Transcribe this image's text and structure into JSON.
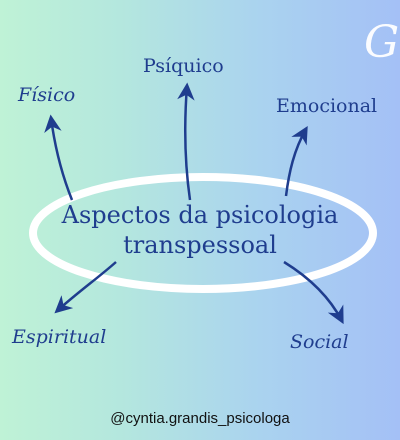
{
  "center": {
    "line1": "Aspectos da psicologia",
    "line2": "transpessoal"
  },
  "aspects": {
    "fisico": "Físico",
    "psiquico": "Psíquico",
    "emocional": "Emocional",
    "espiritual": "Espiritual",
    "social": "Social"
  },
  "footer": {
    "handle": "@cyntia.grandis_psicologa"
  },
  "logo": {
    "text": "G"
  },
  "colors": {
    "text": "#1f3d8e",
    "ellipse": "#ffffff",
    "bg_left": "#bff2d6",
    "bg_right": "#a4c0f6"
  }
}
